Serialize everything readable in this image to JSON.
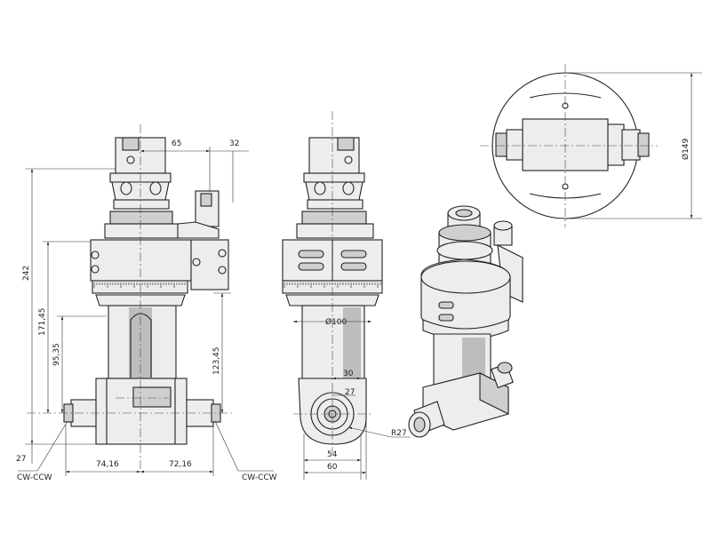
{
  "dimensions": {
    "d65": "65",
    "d32": "32",
    "d242": "242",
    "d171_45": "171,45",
    "d95_35": "95,35",
    "d123_45": "123,45",
    "d27": "27",
    "d74_16": "74,16",
    "d72_16": "72,16",
    "dia100": "Ø100",
    "d30": "30",
    "d27b": "27",
    "r27": "R27",
    "d54": "54",
    "d60": "60",
    "dia149": "Ø149"
  },
  "labels": {
    "rotation_left": "CW-CCW",
    "rotation_right": "CW-CCW"
  },
  "colors": {
    "line": "#222222",
    "metal": "#ededed",
    "shadow": "#bdbdbd"
  }
}
